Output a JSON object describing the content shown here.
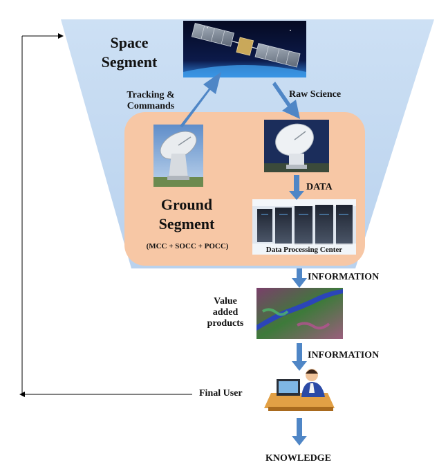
{
  "space": {
    "title_line1": "Space",
    "title_line2": "Segment"
  },
  "uplink": {
    "line1": "Tracking &",
    "line2": "Commands"
  },
  "downlink": {
    "label": "Raw Science"
  },
  "ground": {
    "title_line1": "Ground",
    "title_line2": "Segment",
    "subtitle": "(MCC + SOCC + POCC)"
  },
  "data_label": "DATA",
  "dpc_label": "Data Processing Center",
  "information_1": "INFORMATION",
  "products": {
    "line1": "Value",
    "line2": "added",
    "line3": "products"
  },
  "information_2": "INFORMATION",
  "final_user": "Final User",
  "knowledge": "KNOWLEDGE",
  "colors": {
    "space_funnel": "#c6dcf3",
    "ground_box": "#f7c7a5",
    "arrow_blue": "#4f86c6",
    "feedback_line": "#000000"
  }
}
